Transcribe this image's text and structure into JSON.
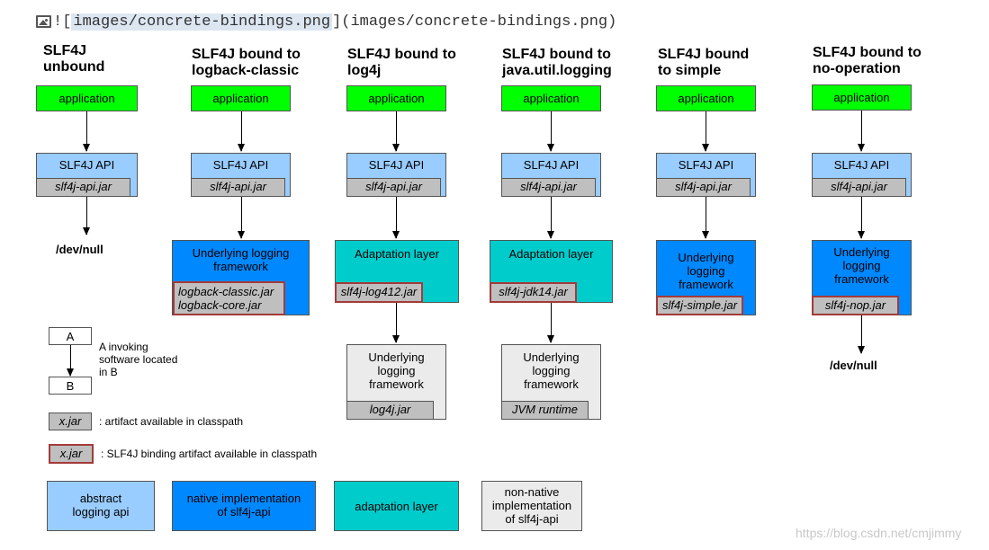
{
  "markdown": {
    "prefix": "![",
    "alt": "images/concrete-bindings.png",
    "suffix": "](images/concrete-bindings.png)"
  },
  "columns": [
    {
      "title1": "SLF4J",
      "title2": "unbound",
      "app": "application",
      "api": "SLF4J API",
      "apijar": "slf4j-api.jar",
      "devnull": "/dev/null"
    },
    {
      "title1": "SLF4J bound to",
      "title2": "logback-classic",
      "app": "application",
      "api": "SLF4J API",
      "apijar": "slf4j-api.jar",
      "framework": "Underlying logging framework",
      "jar1": "logback-classic.jar",
      "jar2": "logback-core.jar"
    },
    {
      "title1": "SLF4J bound to",
      "title2": "log4j",
      "app": "application",
      "api": "SLF4J API",
      "apijar": "slf4j-api.jar",
      "adaptation": "Adaptation layer",
      "adaptjar": "slf4j-log412.jar",
      "framework1": "Underlying",
      "framework2": "logging",
      "framework3": "framework",
      "fwjar": "log4j.jar"
    },
    {
      "title1": "SLF4J bound to",
      "title2": "java.util.logging",
      "app": "application",
      "api": "SLF4J API",
      "apijar": "slf4j-api.jar",
      "adaptation": "Adaptation layer",
      "adaptjar": "slf4j-jdk14.jar",
      "framework1": "Underlying",
      "framework2": "logging",
      "framework3": "framework",
      "fwjar": "JVM runtime"
    },
    {
      "title1": "SLF4J bound",
      "title2": "to simple",
      "app": "application",
      "api": "SLF4J API",
      "apijar": "slf4j-api.jar",
      "framework1": "Underlying",
      "framework2": "logging",
      "framework3": "framework",
      "jar": "slf4j-simple.jar"
    },
    {
      "title1": "SLF4J bound to",
      "title2": "no-operation",
      "app": "application",
      "api": "SLF4J API",
      "apijar": "slf4j-api.jar",
      "framework1": "Underlying",
      "framework2": "logging",
      "framework3": "framework",
      "jar": "slf4j-nop.jar",
      "devnull": "/dev/null"
    }
  ],
  "legend": {
    "a": "A",
    "b": "B",
    "invoking1": "A invoking",
    "invoking2": "software located",
    "invoking3": "in B",
    "jar": "x.jar",
    "artifact": ": artifact available in classpath",
    "bindjar": "x.jar",
    "binding": ": SLF4J binding artifact available in classpath",
    "abstract1": "abstract",
    "abstract2": "logging api",
    "native1": "native implementation",
    "native2": "of slf4j-api",
    "adaptation": "adaptation layer",
    "nonnative1": "non-native",
    "nonnative2": "implementation",
    "nonnative3": "of slf4j-api"
  },
  "colors": {
    "application": "#00ff00",
    "abstract_api": "#99ccff",
    "native": "#0088ff",
    "adaptation": "#00cccc",
    "non_native": "#ebebeb",
    "jar": "#bfbfbf",
    "binding_border": "#a33a3a"
  },
  "watermark": "https://blog.csdn.net/cmjimmy"
}
